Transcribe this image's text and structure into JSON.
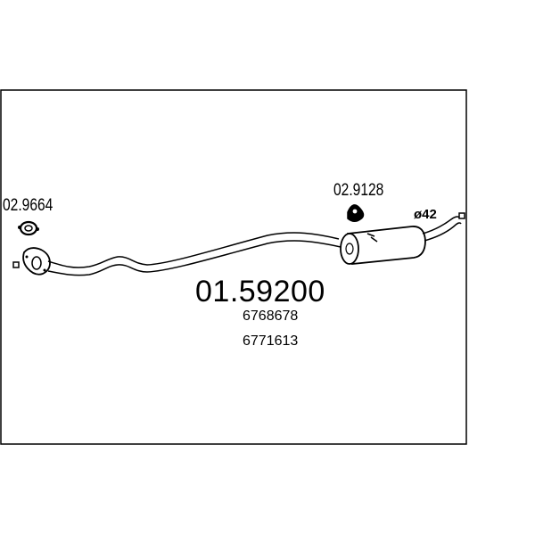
{
  "part_number": "01.59200",
  "oem_numbers": [
    "6768678",
    "6771613"
  ],
  "accessories": [
    {
      "code": "02.9664",
      "kind": "gasket-icon"
    },
    {
      "code": "02.9128",
      "kind": "rubber-mount-icon"
    }
  ],
  "pipe_diameter": "ø42",
  "colors": {
    "line": "#000000",
    "background": "#ffffff"
  }
}
